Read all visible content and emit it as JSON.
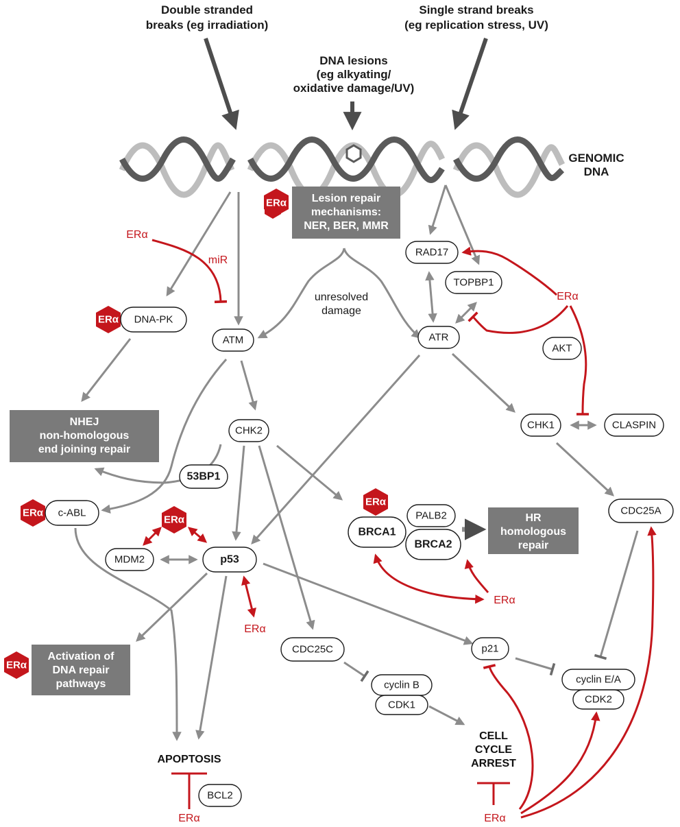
{
  "headers": {
    "dsb_line1": "Double stranded",
    "dsb_line2": "breaks (eg irradiation)",
    "ssb_line1": "Single strand breaks",
    "ssb_line2": "(eg replication stress, UV)",
    "lesion_line1": "DNA lesions",
    "lesion_line2": "(eg alkyating/",
    "lesion_line3": "oxidative damage/UV)",
    "genomic_line1": "GENOMIC",
    "genomic_line2": "DNA"
  },
  "gray_boxes": {
    "lesion_repair_line1": "Lesion repair",
    "lesion_repair_line2": "mechanisms:",
    "lesion_repair_line3": "NER, BER, MMR",
    "nhej_line1": "NHEJ",
    "nhej_line2": "non-homologous",
    "nhej_line3": "end joining repair",
    "hr_line1": "HR",
    "hr_line2": "homologous",
    "hr_line3": "repair",
    "activation_line1": "Activation of",
    "activation_line2": "DNA repair",
    "activation_line3": "pathways"
  },
  "nodes": {
    "dna_pk": "DNA-PK",
    "atm": "ATM",
    "atr": "ATR",
    "rad17": "RAD17",
    "topbp1": "TOPBP1",
    "akt": "AKT",
    "chk2": "CHK2",
    "chk1": "CHK1",
    "claspin": "CLASPIN",
    "bp53": "53BP1",
    "c_abl": "c-ABL",
    "mdm2": "MDM2",
    "p53": "p53",
    "brca1": "BRCA1",
    "palb2": "PALB2",
    "brca2": "BRCA2",
    "cdc25a": "CDC25A",
    "cdc25c": "CDC25C",
    "p21": "p21",
    "cyclin_b": "cyclin B",
    "cdk1": "CDK1",
    "cyclin_ea": "cyclin E/A",
    "cdk2": "CDK2",
    "bcl2": "BCL2"
  },
  "labels": {
    "unresolved_line1": "unresolved",
    "unresolved_line2": "damage",
    "mir": "miR",
    "era": "ERα"
  },
  "outcomes": {
    "apoptosis": "APOPTOSIS",
    "arrest_line1": "CELL",
    "arrest_line2": "CYCLE",
    "arrest_line3": "ARREST"
  },
  "colors": {
    "red": "#c4161c",
    "gray_arrow": "#8c8c8c",
    "dark_arrow": "#4d4d4d",
    "gray_box": "#7a7a7a"
  }
}
